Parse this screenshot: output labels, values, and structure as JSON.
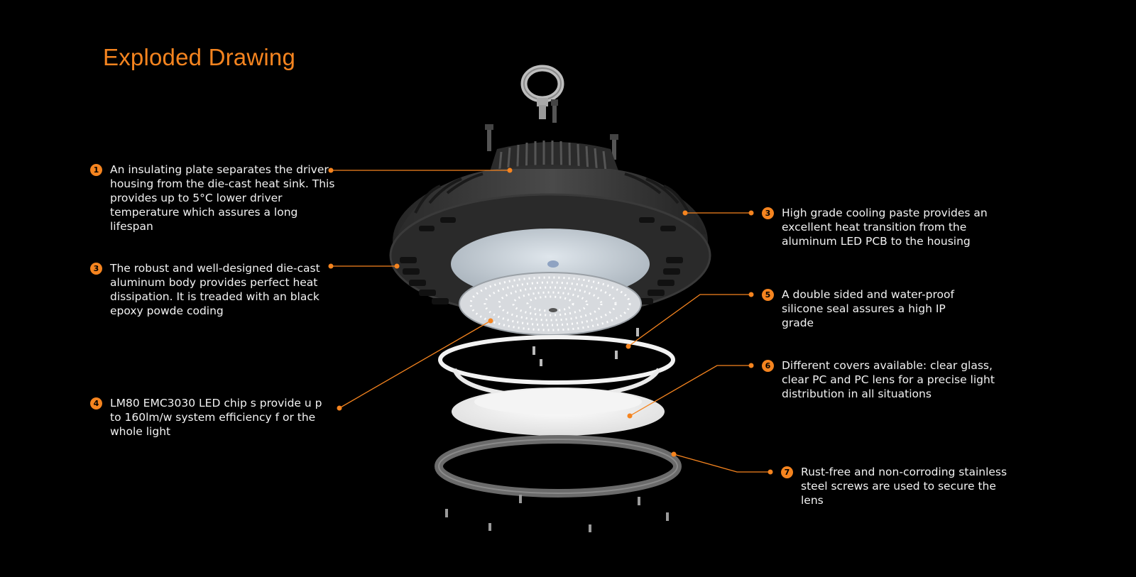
{
  "title": "Exploded Drawing",
  "accent_color": "#f5841f",
  "callouts": [
    {
      "num": "1",
      "text": "An insulating plate separates the driver housing from the die-cast heat sink. This provides up to 5°C lower driver temperature which assures a long lifespan"
    },
    {
      "num": "3",
      "text": "The robust and well-designed die-cast aluminum body provides perfect heat dissipation. It is treaded with an black epoxy powde coding"
    },
    {
      "num": "4",
      "text": "LM80 EMC3030 LED chip s provide u p to 160lm/w system efficiency f or the whole light"
    },
    {
      "num": "3",
      "text": "High grade cooling paste provides an excellent heat transition from the aluminum LED PCB to the  housing"
    },
    {
      "num": "5",
      "text": "A double sided and water-proof silicone seal assures a high IP grade"
    },
    {
      "num": "6",
      "text": "Different covers available: clear glass, clear PC and PC lens for a precise light distribution in all situations"
    },
    {
      "num": "7",
      "text": "Rust-free and non-corroding stainless steel screws are used to secure the lens"
    }
  ]
}
